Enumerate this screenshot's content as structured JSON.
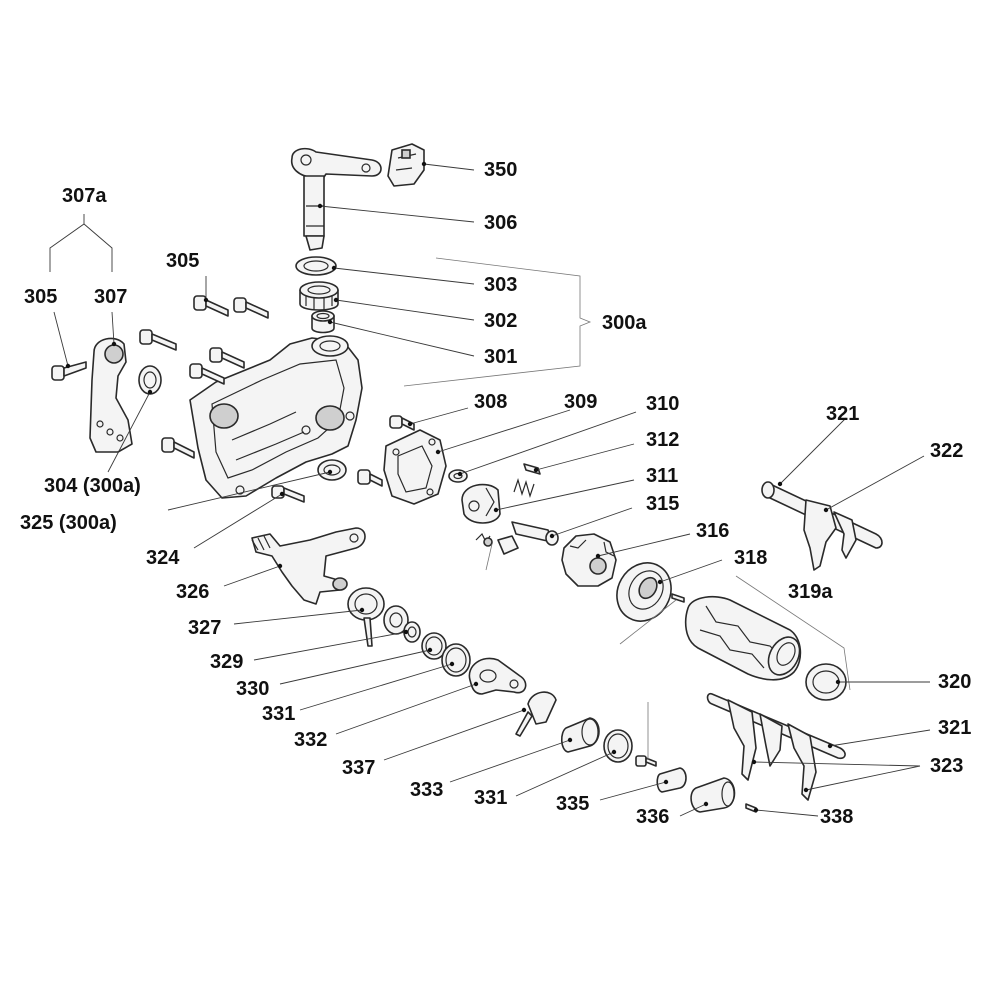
{
  "diagram": {
    "callouts": [
      {
        "id": "c350",
        "text": "350"
      },
      {
        "id": "c306",
        "text": "306"
      },
      {
        "id": "c303",
        "text": "303"
      },
      {
        "id": "c302",
        "text": "302"
      },
      {
        "id": "c301",
        "text": "301"
      },
      {
        "id": "c300a",
        "text": "300a"
      },
      {
        "id": "c307a",
        "text": "307a"
      },
      {
        "id": "c305a",
        "text": "305"
      },
      {
        "id": "c307",
        "text": "307"
      },
      {
        "id": "c305b",
        "text": "305"
      },
      {
        "id": "c304",
        "text": "304 (300a)"
      },
      {
        "id": "c325",
        "text": "325 (300a)"
      },
      {
        "id": "c324",
        "text": "324"
      },
      {
        "id": "c326",
        "text": "326"
      },
      {
        "id": "c327",
        "text": "327"
      },
      {
        "id": "c329",
        "text": "329"
      },
      {
        "id": "c330",
        "text": "330"
      },
      {
        "id": "c331a",
        "text": "331"
      },
      {
        "id": "c332",
        "text": "332"
      },
      {
        "id": "c337",
        "text": "337"
      },
      {
        "id": "c333",
        "text": "333"
      },
      {
        "id": "c331b",
        "text": "331"
      },
      {
        "id": "c335",
        "text": "335"
      },
      {
        "id": "c336",
        "text": "336"
      },
      {
        "id": "c338",
        "text": "338"
      },
      {
        "id": "c308",
        "text": "308"
      },
      {
        "id": "c309",
        "text": "309"
      },
      {
        "id": "c310",
        "text": "310"
      },
      {
        "id": "c312",
        "text": "312"
      },
      {
        "id": "c311",
        "text": "311"
      },
      {
        "id": "c315",
        "text": "315"
      },
      {
        "id": "c316",
        "text": "316"
      },
      {
        "id": "c318",
        "text": "318"
      },
      {
        "id": "c321a",
        "text": "321"
      },
      {
        "id": "c322",
        "text": "322"
      },
      {
        "id": "c319a",
        "text": "319a"
      },
      {
        "id": "c320",
        "text": "320"
      },
      {
        "id": "c321b",
        "text": "321"
      },
      {
        "id": "c323",
        "text": "323"
      }
    ]
  }
}
